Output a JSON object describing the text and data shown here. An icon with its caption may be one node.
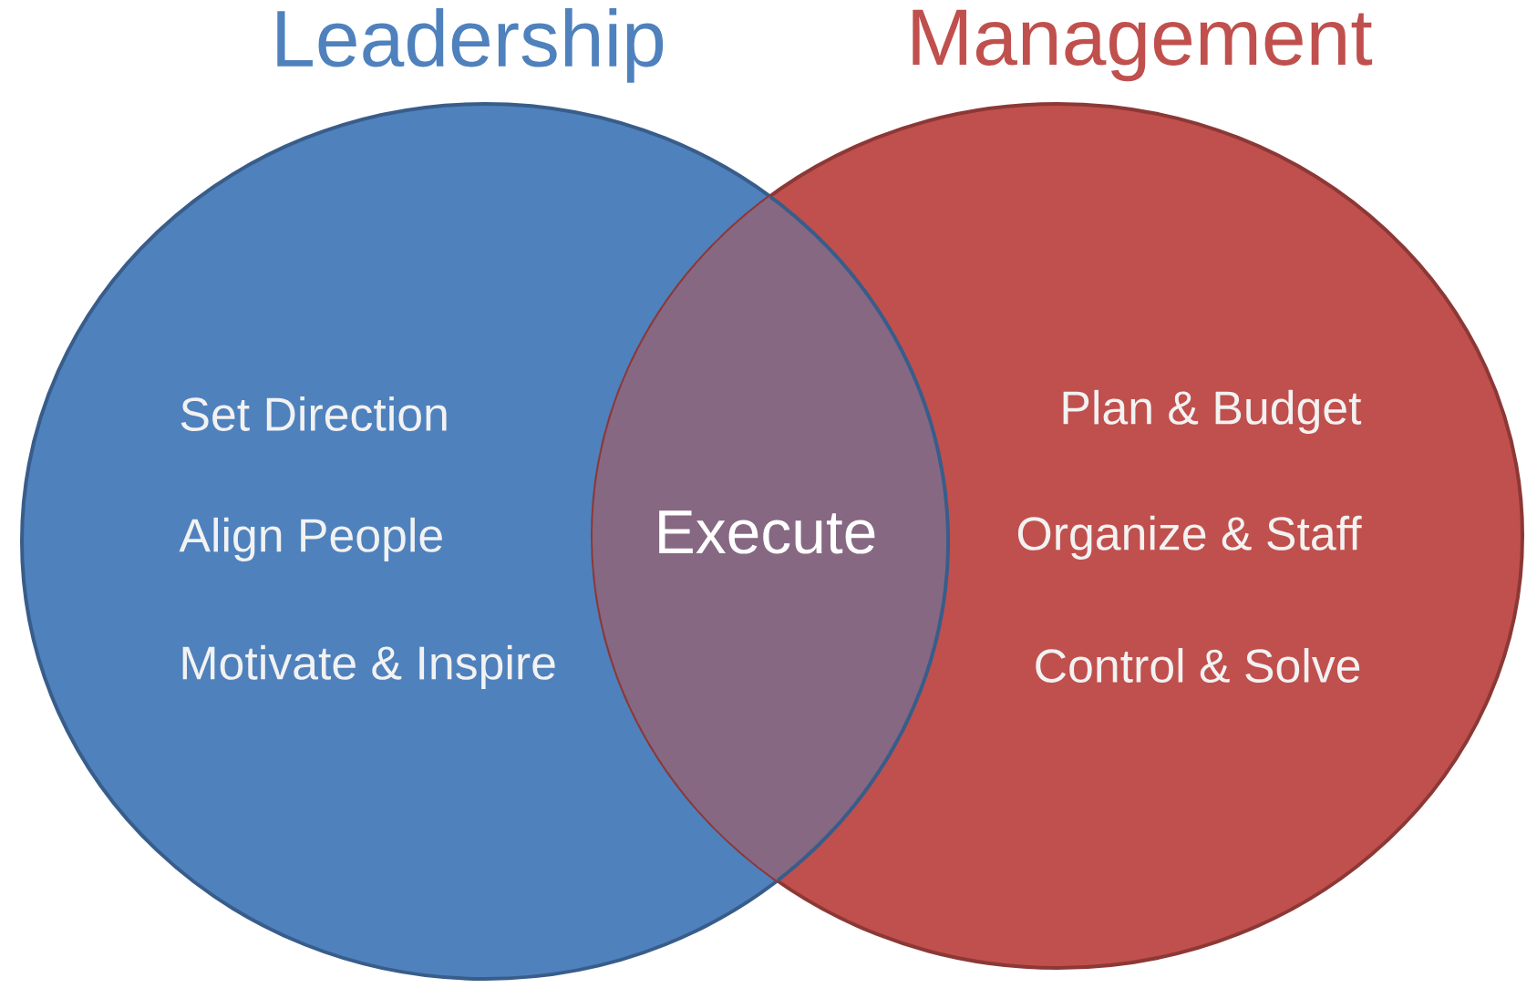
{
  "diagram": {
    "nodes": [
      {
        "text": [
          "Leadership",
          "Set Direction",
          "Align People",
          "Motivate & Inspire"
        ]
      },
      {
        "text": [
          "Management",
          "Plan & Budget",
          "Organize & Staff",
          "Control & Solve"
        ]
      },
      {
        "text": [
          "Execute"
        ]
      }
    ]
  }
}
